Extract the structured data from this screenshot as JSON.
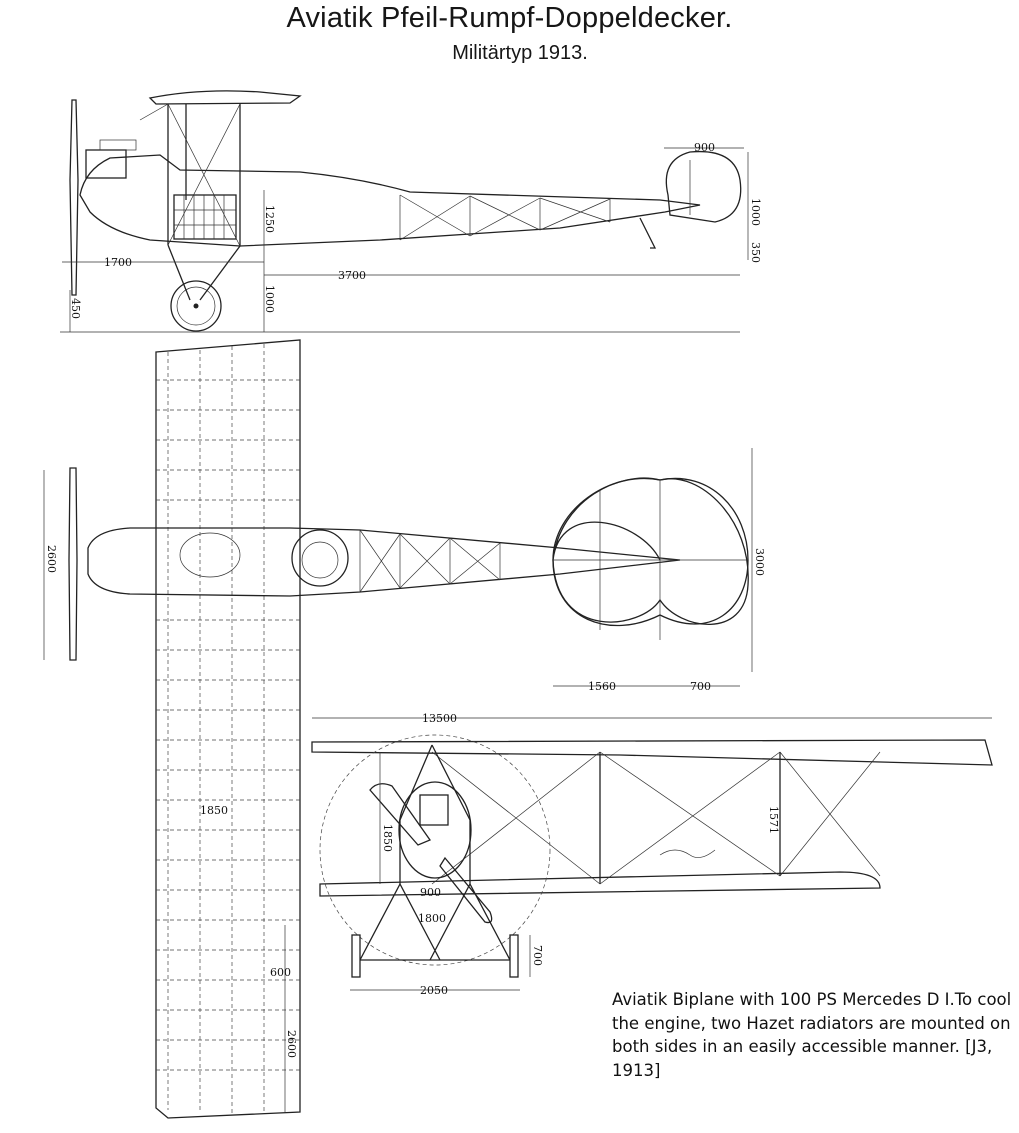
{
  "title": "Aviatik Pfeil-Rumpf-Doppeldecker.",
  "subtitle": "Militärtyp 1913.",
  "caption": "Aviatik Biplane with 100 PS Mercedes D I.To cool the engine, two Hazet radiators are mounted on both sides in an easily accessible manner. [J3, 1913]",
  "side_view": {
    "dims": {
      "tail_chord": "900",
      "tail_height": "1000",
      "skid_height": "350",
      "cockpit_height": "1250",
      "nose_to_wing": "1700",
      "wing_to_tail": "3700",
      "gear_height": "1000",
      "ground_clearance": "450"
    }
  },
  "top_view": {
    "dims": {
      "prop_span": "2600",
      "elevator_span": "3000",
      "tail_chord_left": "1560",
      "tail_chord_right": "700",
      "wing_chord": "1850",
      "aileron_chord": "600",
      "aileron_span": "2600"
    }
  },
  "front_view": {
    "dims": {
      "wingspan": "13500",
      "gap": "1571",
      "strut_height": "1850",
      "cabane_width": "900",
      "axle_width": "1800",
      "track": "2050",
      "wheel_height": "700"
    }
  }
}
